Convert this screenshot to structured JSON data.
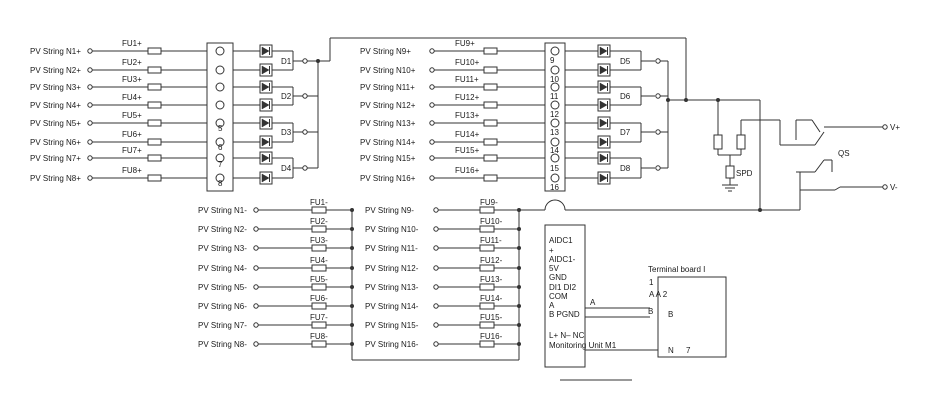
{
  "pos_strings_left": [
    {
      "label": "PV String N1+",
      "fuse": "FU1+"
    },
    {
      "label": "PV String N2+",
      "fuse": "FU2+"
    },
    {
      "label": "PV String N3+",
      "fuse": "FU3+"
    },
    {
      "label": "PV String N4+",
      "fuse": "FU4+"
    },
    {
      "label": "PV String N5+",
      "fuse": "FU5+"
    },
    {
      "label": "PV String N6+",
      "fuse": "FU6+"
    },
    {
      "label": "PV String N7+",
      "fuse": "FU7+"
    },
    {
      "label": "PV String N8+",
      "fuse": "FU8+"
    }
  ],
  "pos_strings_right": [
    {
      "label": "PV String N9+",
      "fuse": "FU9+"
    },
    {
      "label": "PV String N10+",
      "fuse": "FU10+"
    },
    {
      "label": "PV String N11+",
      "fuse": "FU11+"
    },
    {
      "label": "PV String N12+",
      "fuse": "FU12+"
    },
    {
      "label": "PV String N13+",
      "fuse": "FU13+"
    },
    {
      "label": "PV String N14+",
      "fuse": "FU14+"
    },
    {
      "label": "PV String N15+",
      "fuse": "FU15+"
    },
    {
      "label": "PV String N16+",
      "fuse": "FU16+"
    }
  ],
  "neg_strings_left": [
    {
      "label": "PV String N1-",
      "fuse": "FU1-"
    },
    {
      "label": "PV String N2-",
      "fuse": "FU2-"
    },
    {
      "label": "PV String N3-",
      "fuse": "FU3-"
    },
    {
      "label": "PV String N4-",
      "fuse": "FU4-"
    },
    {
      "label": "PV String N5-",
      "fuse": "FU5-"
    },
    {
      "label": "PV String N6-",
      "fuse": "FU6-"
    },
    {
      "label": "PV String N7-",
      "fuse": "FU7-"
    },
    {
      "label": "PV String N8-",
      "fuse": "FU8-"
    }
  ],
  "neg_strings_right": [
    {
      "label": "PV String N9-",
      "fuse": "FU9-"
    },
    {
      "label": "PV String N10-",
      "fuse": "FU10-"
    },
    {
      "label": "PV String N11-",
      "fuse": "FU11-"
    },
    {
      "label": "PV String N12-",
      "fuse": "FU12-"
    },
    {
      "label": "PV String N13-",
      "fuse": "FU13-"
    },
    {
      "label": "PV String N14-",
      "fuse": "FU14-"
    },
    {
      "label": "PV String N15-",
      "fuse": "FU15-"
    },
    {
      "label": "PV String N16-",
      "fuse": "FU16-"
    }
  ],
  "terminal_left_numbers": [
    "5",
    "6",
    "7",
    "8"
  ],
  "terminal_right_numbers": [
    "9",
    "10",
    "11",
    "12",
    "13",
    "14",
    "15",
    "16"
  ],
  "diodes": [
    "D1",
    "D2",
    "D3",
    "D4",
    "D5",
    "D6",
    "D7",
    "D8"
  ],
  "spd_label": "SPD",
  "qs_label": "QS",
  "output_pos": "V+",
  "output_neg": "V-",
  "monitoring_unit": {
    "lines": [
      "AIDC1",
      "+",
      "AIDC1-",
      "5V",
      "GND",
      "DI1 DI2",
      "COM",
      "A",
      "B PGND"
    ],
    "power_line": "L+ N– NC",
    "name": "Monitoring Unit M1",
    "wire_a": "A",
    "wire_b": "B"
  },
  "terminal_board": {
    "title": "Terminal board I",
    "num1": "1",
    "row_a": "A A 2",
    "row_b": "B",
    "row_n": "N",
    "row_7": "7"
  }
}
